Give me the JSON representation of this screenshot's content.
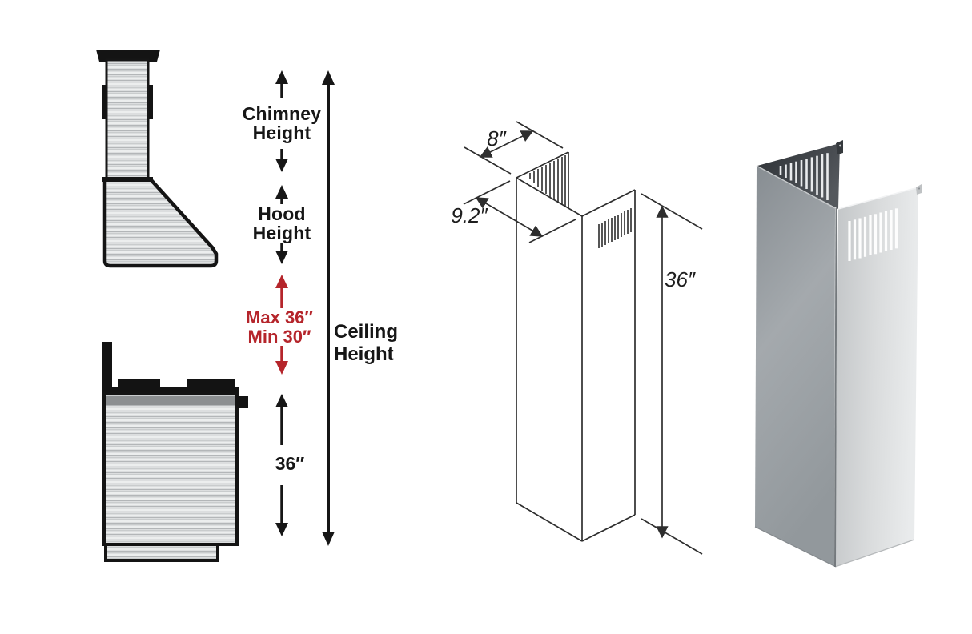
{
  "page": {
    "background": "#ffffff",
    "title": "Range hood chimney extension dimension sheet"
  },
  "install_diagram": {
    "chimney_height_label": "Chimney Height",
    "hood_height_label": "Hood Height",
    "max_label": "Max 36″",
    "min_label": "Min 30″",
    "ceiling_height_label": "Ceiling Height",
    "hood_to_cooktop_label": "36″",
    "colors": {
      "line_black": "#161616",
      "annotation_red": "#b5252b",
      "metal_light": "#e9eaea",
      "metal_dark": "#aeb1b2"
    }
  },
  "dimension_drawing": {
    "width_label": "8″",
    "depth_label": "9.2″",
    "height_label": "36″",
    "colors": {
      "line": "#2e2e2e"
    }
  },
  "product_render": {
    "description": "Stainless steel chimney extension, two-panel corner piece with vent slots and dark inner back panel",
    "colors": {
      "steel_left": "#9aa0a4",
      "steel_right": "#dfe1e2",
      "back_panel_dark": "#3a3e43",
      "vent_slot": "#fdfdfd"
    }
  }
}
